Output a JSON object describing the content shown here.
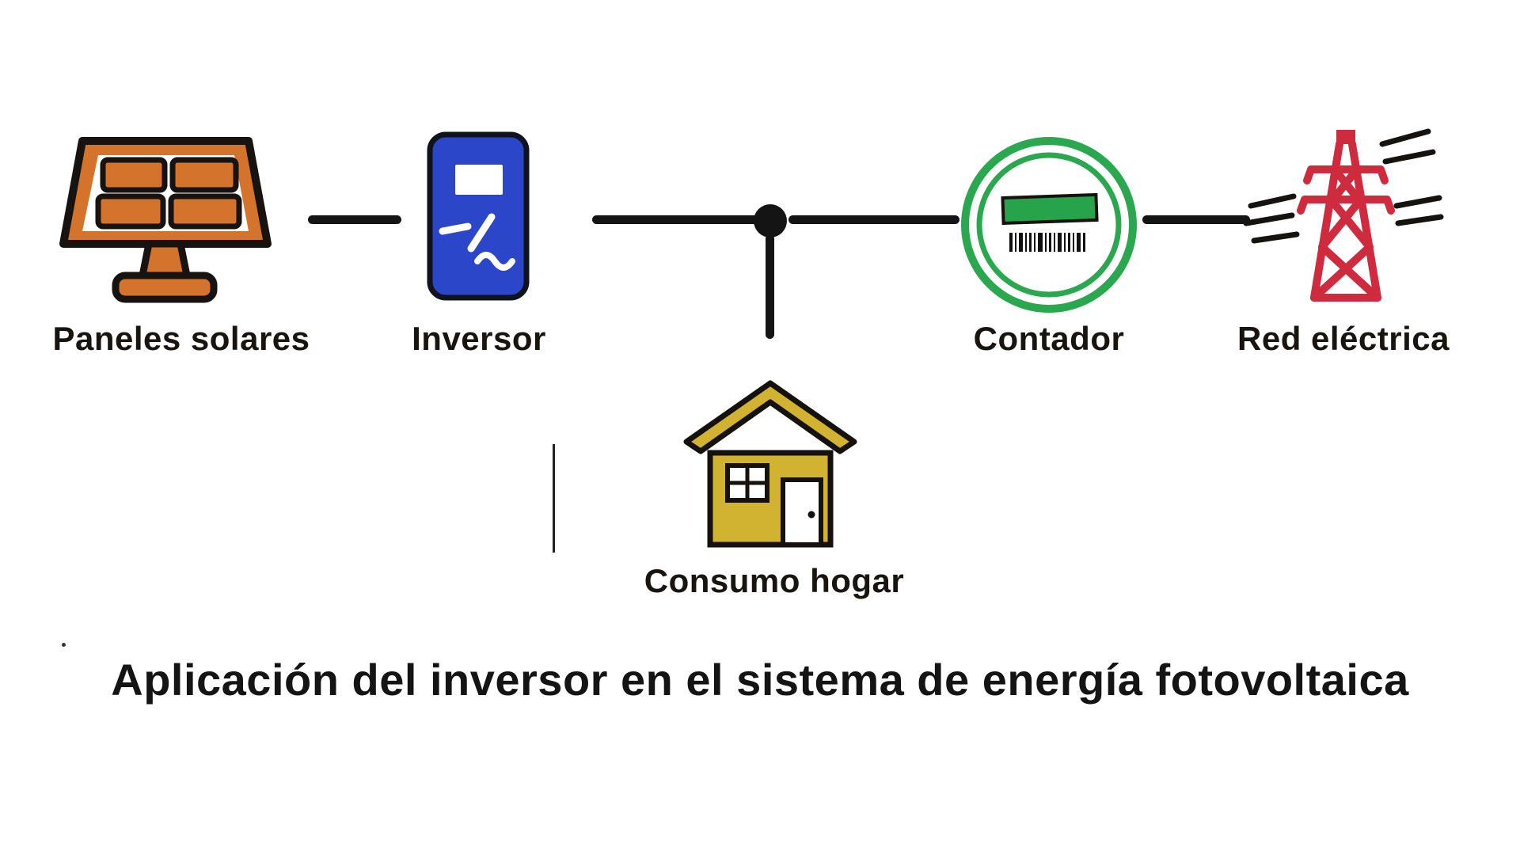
{
  "diagram": {
    "title": "Aplicación del inversor en el sistema de energía fotovoltaica",
    "nodes": [
      {
        "id": "panels",
        "label": "Paneles solares",
        "icon": "solar-panel-icon"
      },
      {
        "id": "inverter",
        "label": "Inversor",
        "icon": "inverter-icon"
      },
      {
        "id": "home",
        "label": "Consumo hogar",
        "icon": "house-icon"
      },
      {
        "id": "meter",
        "label": "Contador",
        "icon": "meter-icon"
      },
      {
        "id": "grid",
        "label": "Red eléctrica",
        "icon": "pylon-icon"
      }
    ],
    "connectors": [
      "panels-to-inverter",
      "inverter-to-junction",
      "junction-to-meter",
      "meter-to-grid",
      "junction-to-home"
    ],
    "colors": {
      "panel_orange": "#d4742c",
      "inverter_blue": "#2b46c8",
      "house_yellow": "#d2b231",
      "meter_ring_green": "#2ba84f",
      "meter_display_green": "#27a34b",
      "grid_red": "#cf2b3e",
      "connector_black": "#141414"
    }
  }
}
